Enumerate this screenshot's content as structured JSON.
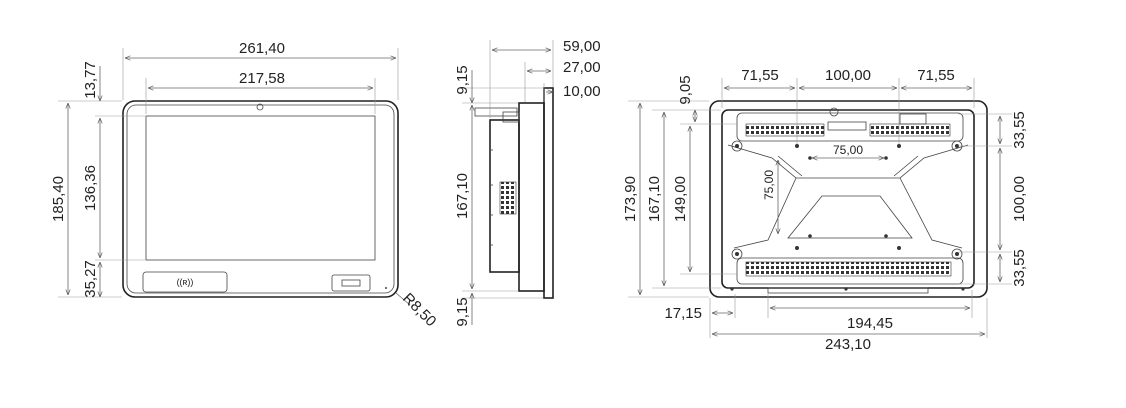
{
  "diagram": {
    "front_view": {
      "overall_width": "261,40",
      "screen_width": "217,58",
      "top_bezel": "13,77",
      "overall_height": "185,40",
      "screen_height": "136,36",
      "bottom_bezel": "35,27",
      "corner_radius": "R8,50",
      "nfc_symbol": "((ʀ))"
    },
    "side_view": {
      "total_depth": "59,00",
      "body_depth": "27,00",
      "flange_depth": "10,00",
      "top_offset": "9,15",
      "cutout_height": "167,10",
      "bottom_offset": "9,15"
    },
    "rear_view": {
      "vesa_side_left": "71,55",
      "vesa_center": "100,00",
      "vesa_side_right": "71,55",
      "top_offset": "9,05",
      "overall_height": "173,90",
      "cutout_height": "167,10",
      "inner_height": "149,00",
      "vesa_small_horizontal": "75,00",
      "vesa_small_vertical": "75,00",
      "right_top": "33,55",
      "right_center": "100,00",
      "right_bottom": "33,55",
      "left_offset": "17,15",
      "inner_width": "194,45",
      "overall_width": "243,10"
    }
  }
}
